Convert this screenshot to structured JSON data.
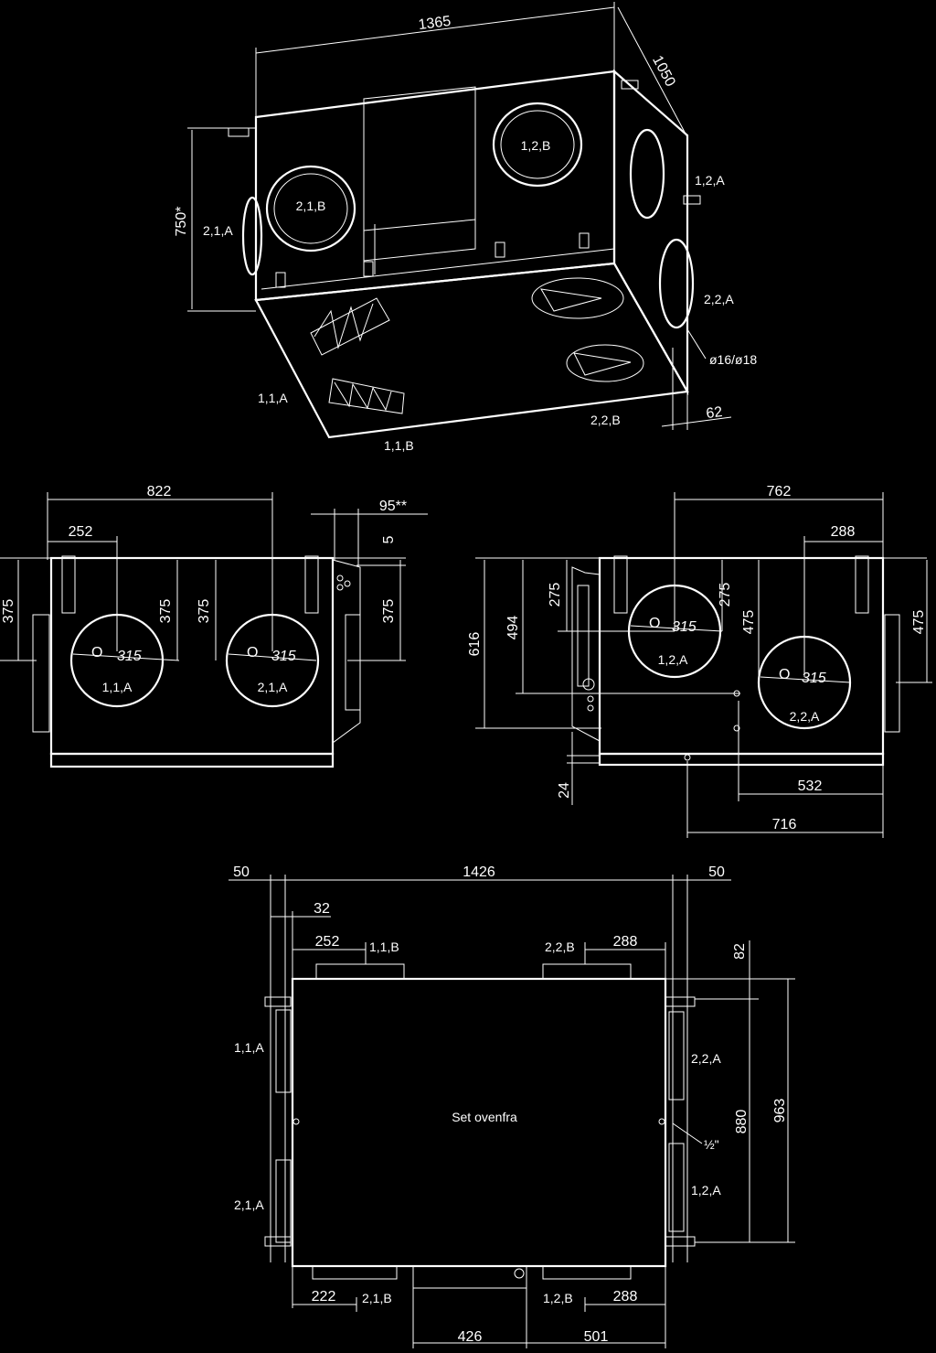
{
  "iso": {
    "d_length": "1365",
    "d_depth": "1050",
    "d_height": "750*",
    "d_62": "62",
    "d_pipe": "ø16/ø18",
    "p_21A": "2,1,A",
    "p_21B": "2,1,B",
    "p_12B": "1,2,B",
    "p_12A": "1,2,A",
    "p_22A": "2,2,A",
    "p_11A": "1,1,A",
    "p_11B": "1,1,B",
    "p_22B": "2,2,B"
  },
  "front": {
    "d_822": "822",
    "d_252": "252",
    "d_95": "95**",
    "d_5": "5",
    "d_375a": "375",
    "d_375b": "375",
    "d_375c": "375",
    "d_375d": "375",
    "o1": "O",
    "d1": "315",
    "o2": "O",
    "d2": "315",
    "p_11A": "1,1,A",
    "p_21A": "2,1,A"
  },
  "side": {
    "d_762": "762",
    "d_288": "288",
    "d_616": "616",
    "d_494": "494",
    "d_275a": "275",
    "d_275b": "275",
    "d_475a": "475",
    "d_475b": "475",
    "d_24": "24",
    "d_532": "532",
    "d_716": "716",
    "o1": "O",
    "d1": "315",
    "o2": "O",
    "d2": "315",
    "p_12A": "1,2,A",
    "p_22A": "2,2,A"
  },
  "top": {
    "d_50a": "50",
    "d_1426": "1426",
    "d_50b": "50",
    "d_32": "32",
    "d_252": "252",
    "d_288a": "288",
    "d_82": "82",
    "d_963": "963",
    "d_880": "880",
    "d_222": "222",
    "d_288b": "288",
    "d_426": "426",
    "d_501": "501",
    "d_half": "½\"",
    "p_11B": "1,1,B",
    "p_22B": "2,2,B",
    "p_11A": "1,1,A",
    "p_22A": "2,2,A",
    "p_21A": "2,1,A",
    "p_12A": "1,2,A",
    "p_21B": "2,1,B",
    "p_12B": "1,2,B",
    "caption": "Set ovenfra"
  }
}
